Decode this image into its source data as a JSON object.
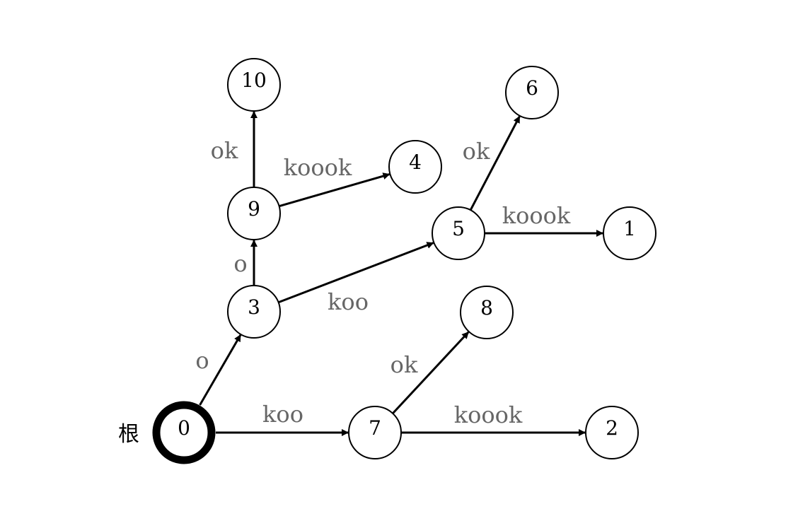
{
  "diagram": {
    "type": "directed-tree",
    "root_label": "根",
    "colors": {
      "node_stroke": "#000000",
      "edge_stroke": "#000000",
      "edge_label": "#666666",
      "background": "#ffffff"
    },
    "nodes": [
      {
        "id": "0",
        "label": "0",
        "root": true
      },
      {
        "id": "1",
        "label": "1"
      },
      {
        "id": "2",
        "label": "2"
      },
      {
        "id": "3",
        "label": "3"
      },
      {
        "id": "4",
        "label": "4"
      },
      {
        "id": "5",
        "label": "5"
      },
      {
        "id": "6",
        "label": "6"
      },
      {
        "id": "7",
        "label": "7"
      },
      {
        "id": "8",
        "label": "8"
      },
      {
        "id": "9",
        "label": "9"
      },
      {
        "id": "10",
        "label": "10"
      }
    ],
    "edges": [
      {
        "from": "0",
        "to": "3",
        "label": "o"
      },
      {
        "from": "0",
        "to": "7",
        "label": "koo"
      },
      {
        "from": "3",
        "to": "9",
        "label": "o"
      },
      {
        "from": "3",
        "to": "5",
        "label": "koo"
      },
      {
        "from": "9",
        "to": "10",
        "label": "ok"
      },
      {
        "from": "9",
        "to": "4",
        "label": "koook"
      },
      {
        "from": "5",
        "to": "6",
        "label": "ok"
      },
      {
        "from": "5",
        "to": "1",
        "label": "koook"
      },
      {
        "from": "7",
        "to": "8",
        "label": "ok"
      },
      {
        "from": "7",
        "to": "2",
        "label": "koook"
      }
    ]
  }
}
